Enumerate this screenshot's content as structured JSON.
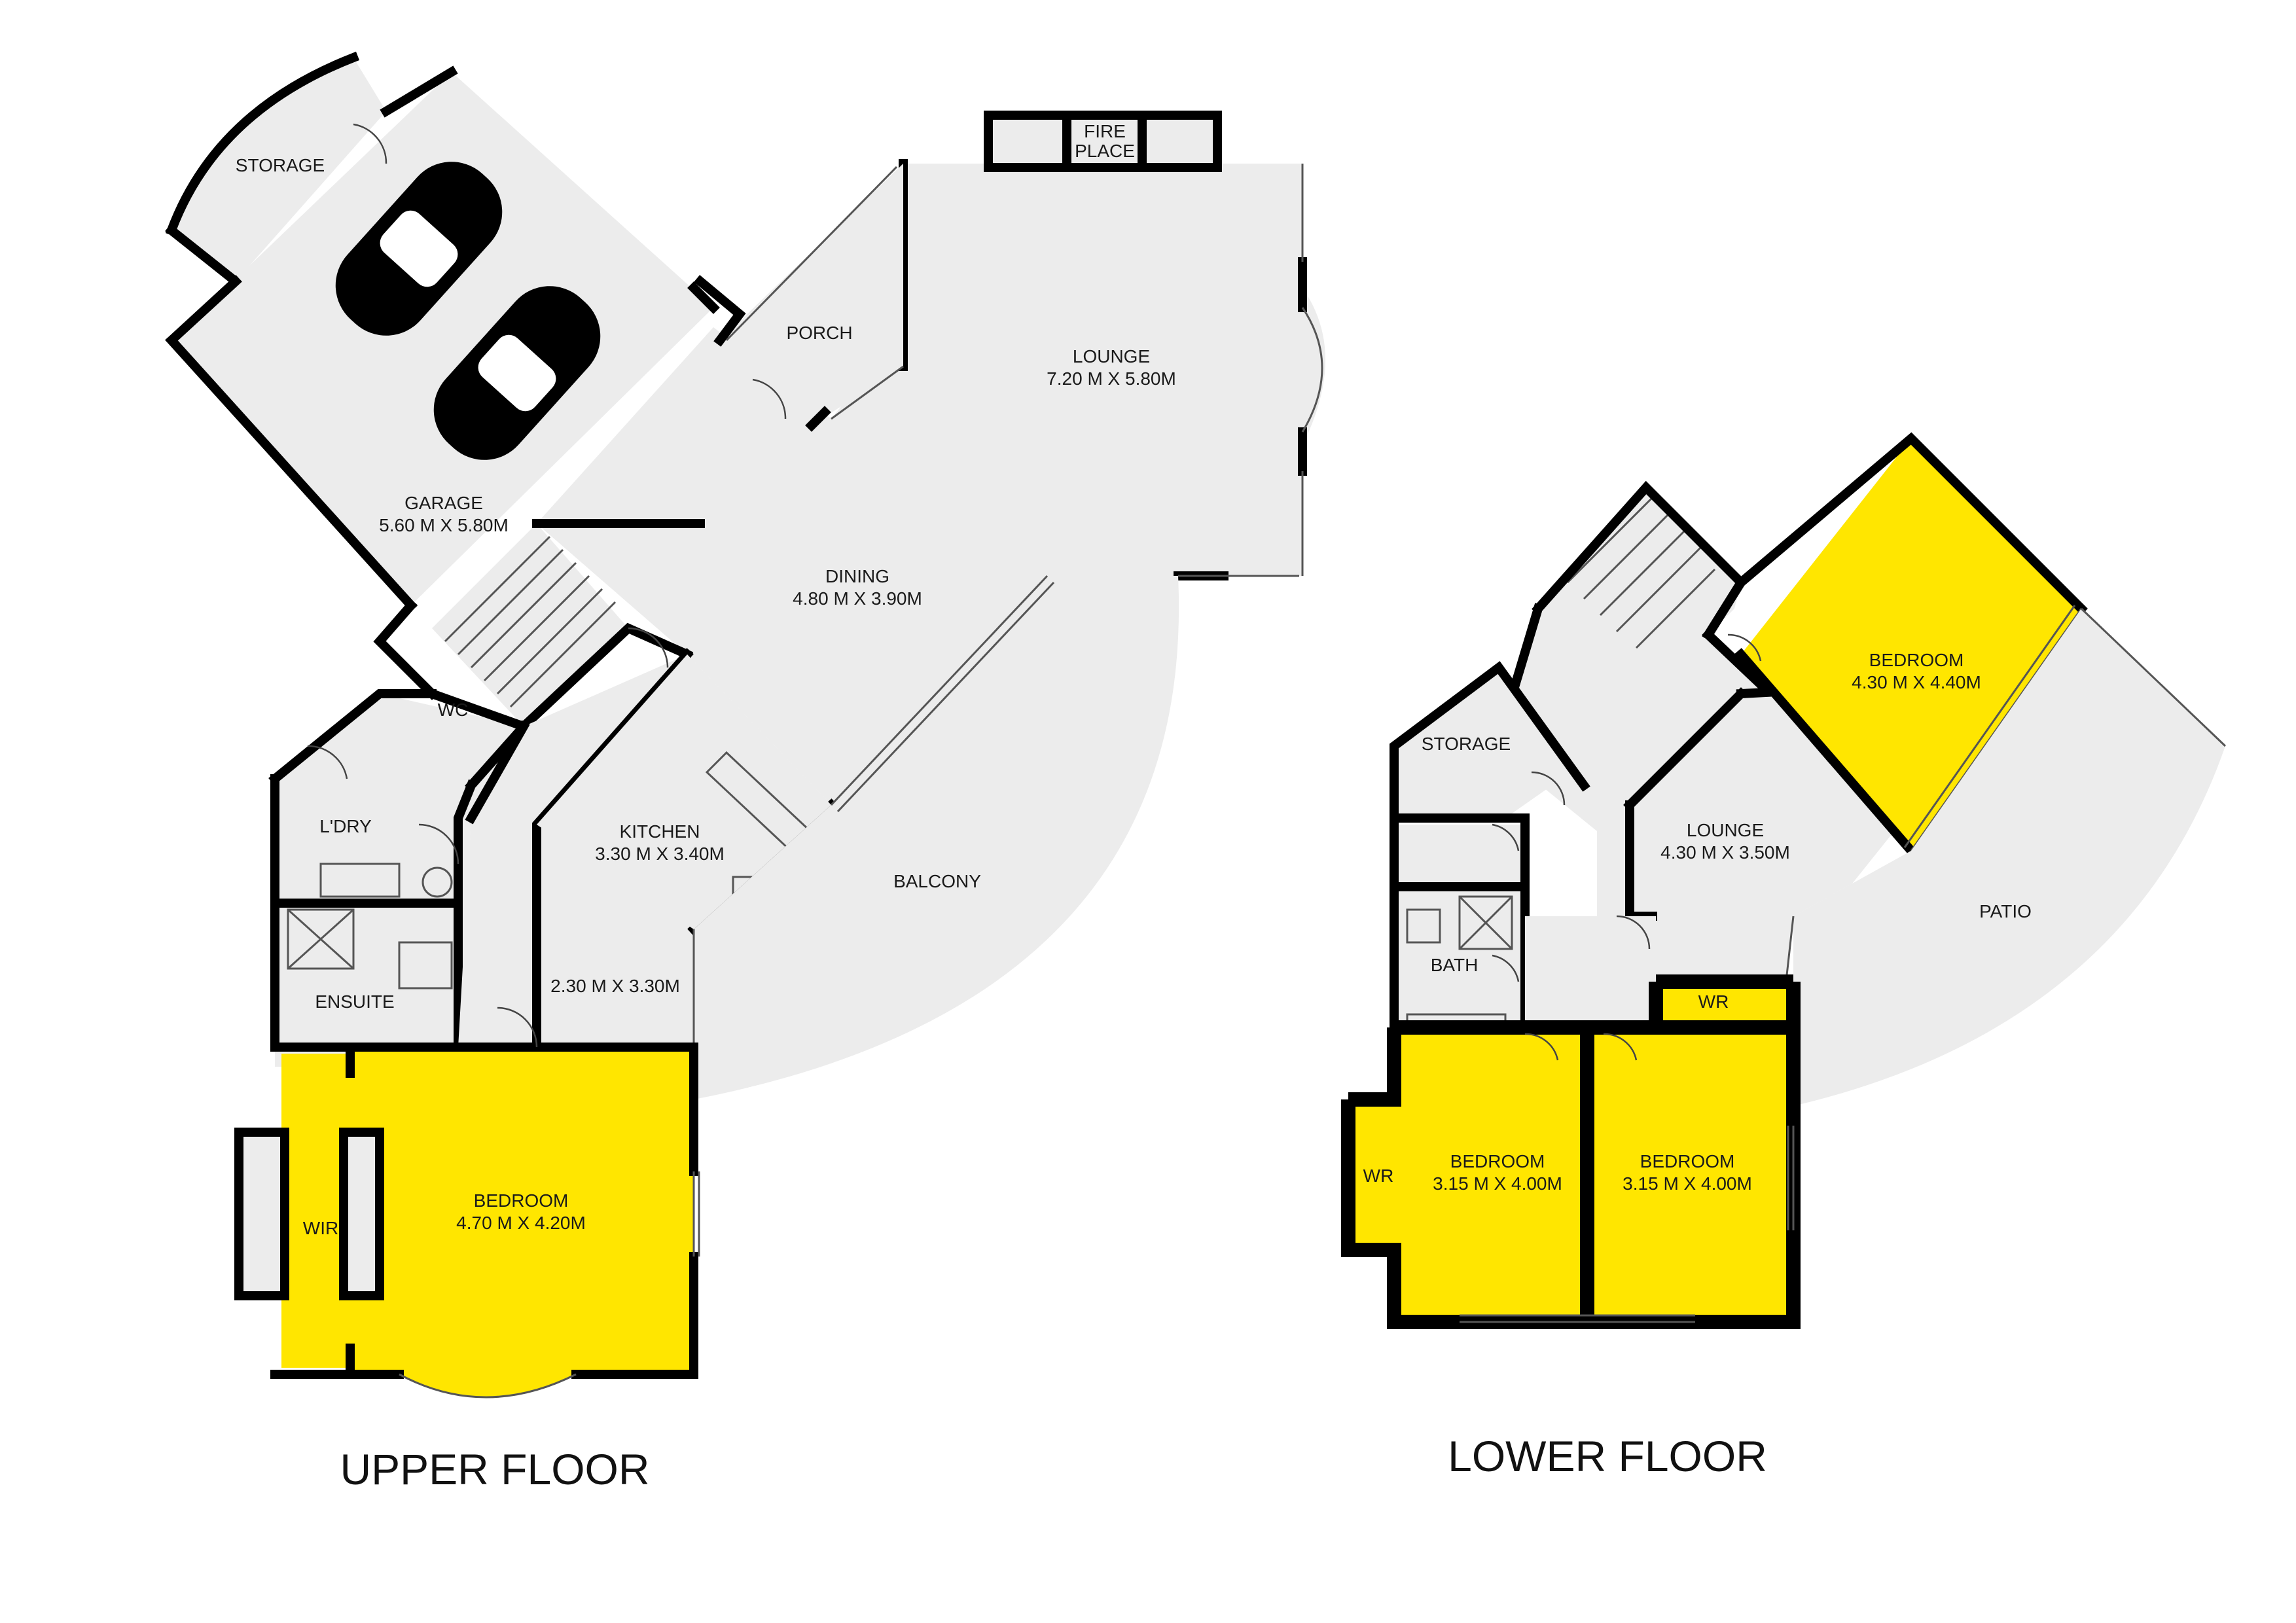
{
  "floors": {
    "upper": {
      "title": "UPPER FLOOR",
      "rooms": {
        "storage": "STORAGE",
        "garage": "GARAGE",
        "garage_size": "5.60 M X 5.80M",
        "porch": "PORCH",
        "fireplace_1": "FIRE",
        "fireplace_2": "PLACE",
        "lounge": "LOUNGE",
        "lounge_size": "7.20 M X 5.80M",
        "dining": "DINING",
        "dining_size": "4.80 M X 3.90M",
        "wc": "WC",
        "laundry": "L'DRY",
        "kitchen": "KITCHEN",
        "kitchen_size": "3.30 M X 3.40M",
        "balcony": "BALCONY",
        "ensuite": "ENSUITE",
        "study_size": "2.30 M X 3.30M",
        "wir": "WIR",
        "bedroom": "BEDROOM",
        "bedroom_size": "4.70 M X 4.20M"
      }
    },
    "lower": {
      "title": "LOWER FLOOR",
      "rooms": {
        "bedroom_ne": "BEDROOM",
        "bedroom_ne_size": "4.30 M X 4.40M",
        "storage": "STORAGE",
        "lounge": "LOUNGE",
        "lounge_size": "4.30 M X 3.50M",
        "patio": "PATIO",
        "bath": "BATH",
        "wr_east": "WR",
        "wr_west": "WR",
        "bedroom_sw": "BEDROOM",
        "bedroom_sw_size": "3.15 M X 4.00M",
        "bedroom_se": "BEDROOM",
        "bedroom_se_size": "3.15 M X 4.00M"
      }
    }
  },
  "colors": {
    "room_fill": "#ececec",
    "highlight_bedroom": "#ffe600",
    "wall": "#000000"
  }
}
